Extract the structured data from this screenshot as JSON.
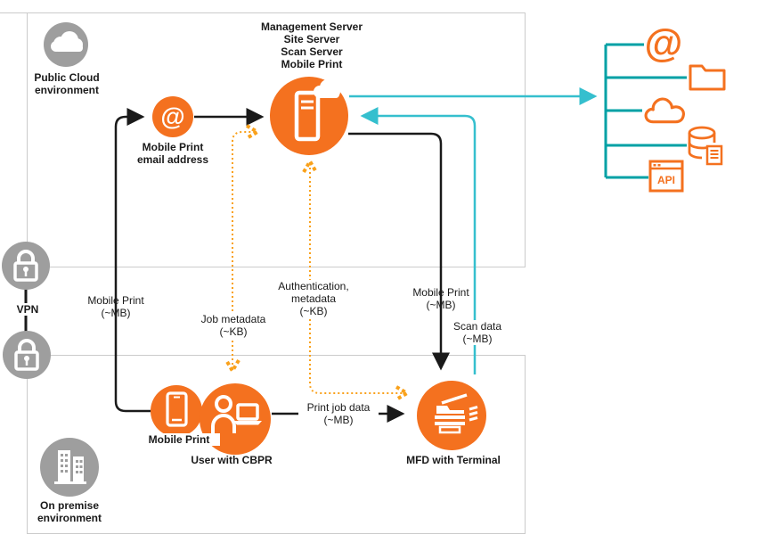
{
  "colors": {
    "orange": "#F4711F",
    "amber": "#F9A11B",
    "cyan": "#35BFCE",
    "teal": "#00A1A5",
    "gray_node": "#9E9E9E",
    "box_border": "#CBCBCB",
    "text": "#1A1A1A"
  },
  "zones": {
    "public_cloud": {
      "label": "Public Cloud\nenvironment"
    },
    "on_premise": {
      "label": "On premise\nenvironment"
    }
  },
  "vpn": {
    "label": "VPN"
  },
  "server": {
    "title": "Management Server\nSite Server\nScan Server\nMobile Print"
  },
  "nodes": {
    "email": {
      "label": "Mobile Print\nemail address",
      "glyph": "@"
    },
    "phone": {
      "label": "Mobile Print"
    },
    "user": {
      "label": "User with CBPR"
    },
    "mfd": {
      "label": "MFD with Terminal"
    }
  },
  "flows": {
    "mobile_print_up": {
      "label": "Mobile Print\n(~MB)"
    },
    "job_metadata": {
      "label": "Job metadata\n(~KB)"
    },
    "auth_metadata": {
      "label": "Authentication,\nmetadata\n(~KB)"
    },
    "mobile_print_down": {
      "label": "Mobile Print\n(~MB)"
    },
    "scan_data": {
      "label": "Scan data\n(~MB)"
    },
    "print_job_data": {
      "label": "Print job data\n(~MB)"
    }
  },
  "cloud_services": {
    "at_glyph": "@",
    "api_label": "API",
    "icons": [
      "email-at",
      "folder",
      "cloud",
      "database",
      "api"
    ]
  }
}
